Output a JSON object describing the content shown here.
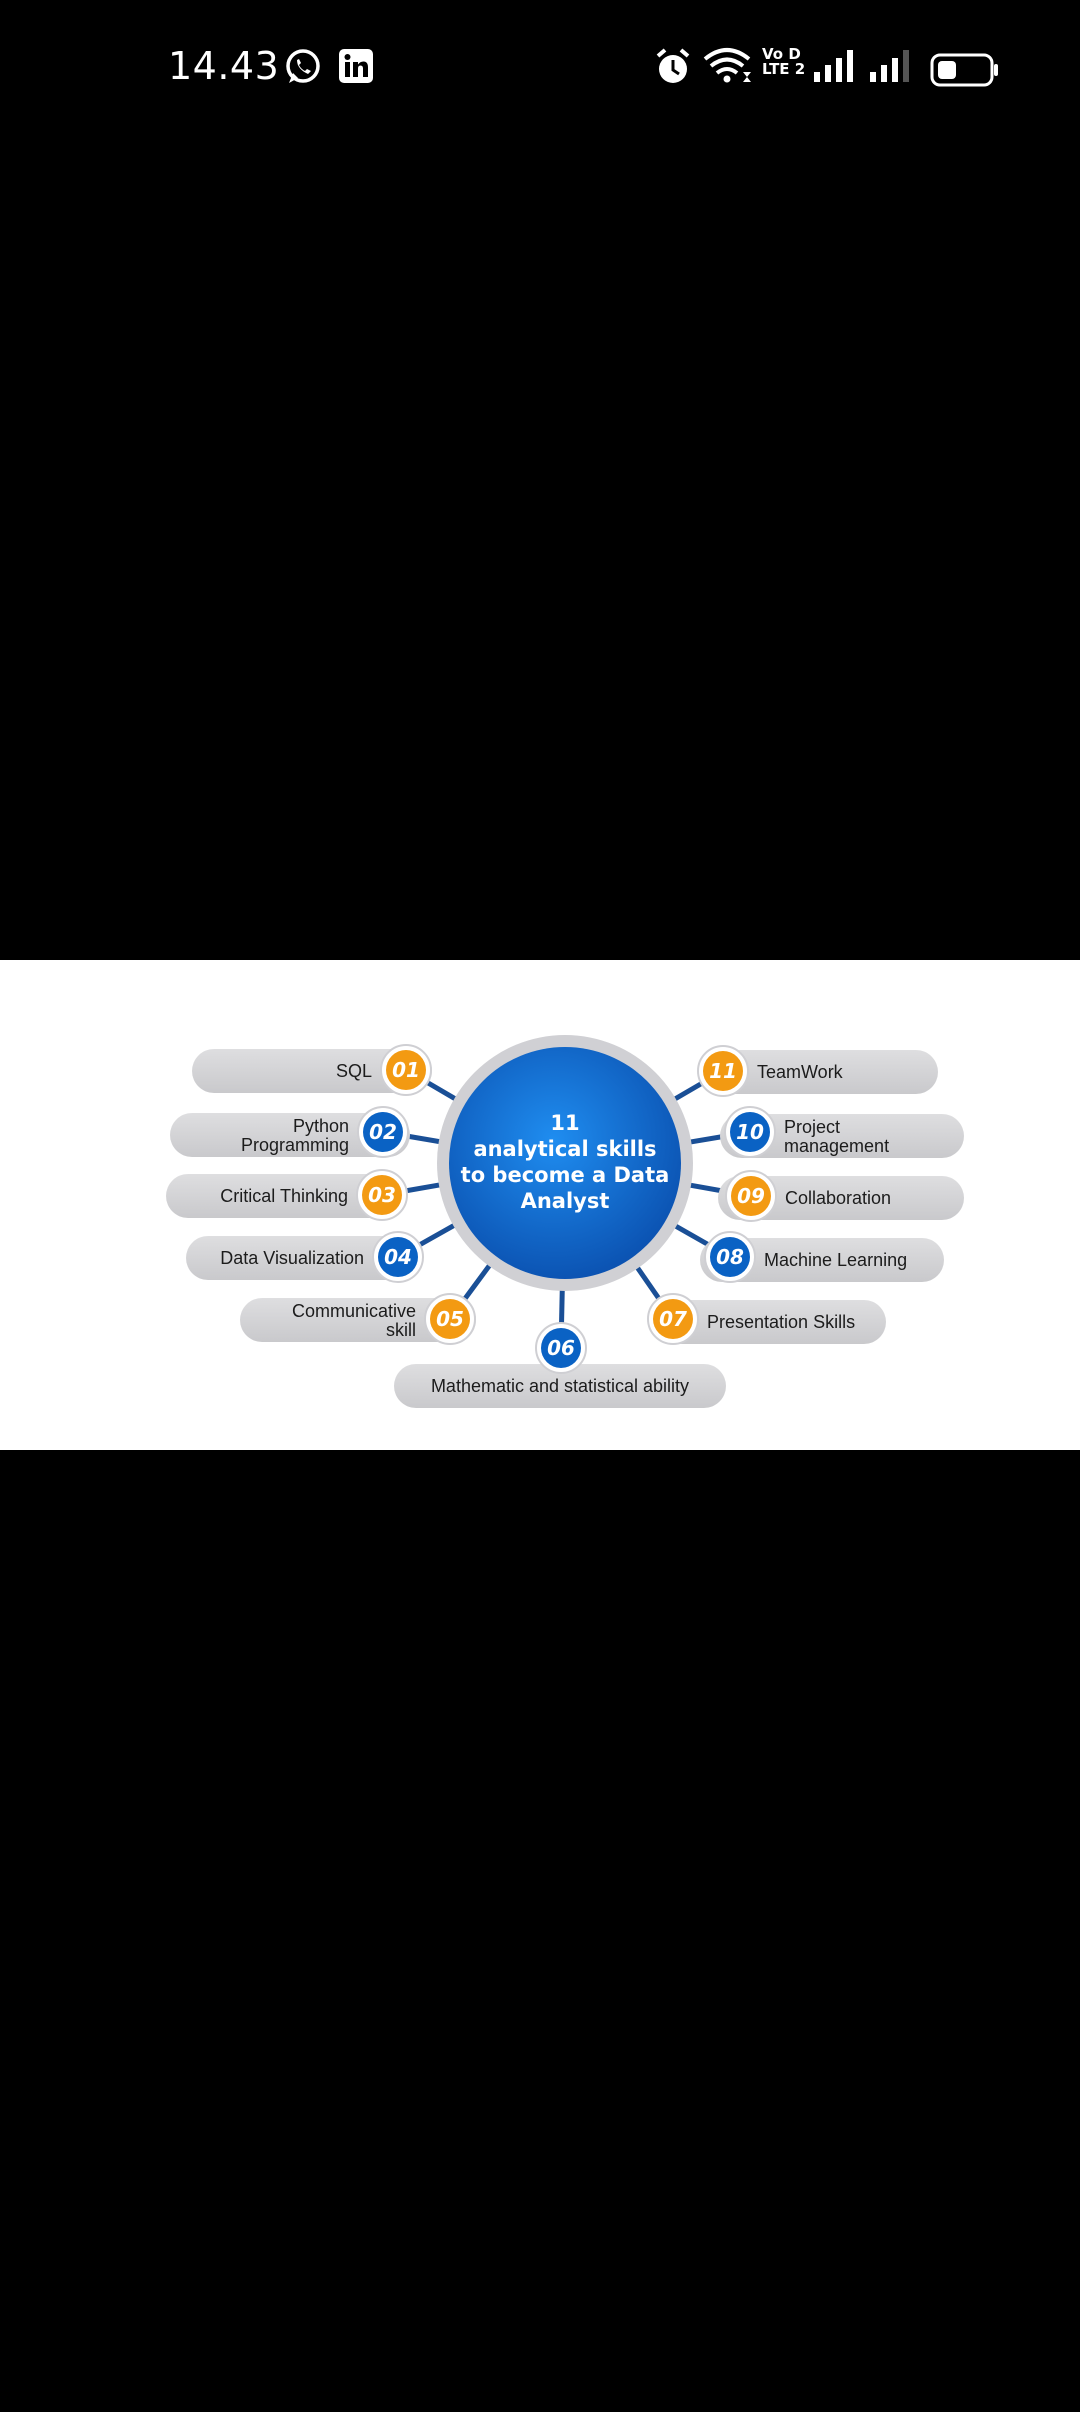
{
  "status_bar": {
    "time": "14.43",
    "icons": [
      "whatsapp-icon",
      "linkedin-icon",
      "alarm-icon",
      "wifi-icon",
      "volte-icon",
      "signal-icon",
      "signal-icon",
      "battery-icon"
    ],
    "volte_line1": "Vo D",
    "volte_line2": "LTE 2"
  },
  "infographic": {
    "title_line1": "11",
    "title_line2": "analytical skills",
    "title_line3": "to become a Data",
    "title_line4": "Analyst",
    "colors": {
      "blue": "#0a62c4",
      "orange": "#f39a12",
      "pill": "#d5d5d7",
      "line": "#1a4f96"
    },
    "skills": [
      {
        "number": "01",
        "line1": "SQL",
        "line2": "",
        "color": "orange"
      },
      {
        "number": "02",
        "line1": "Python",
        "line2": "Programming",
        "color": "blue"
      },
      {
        "number": "03",
        "line1": "Critical Thinking",
        "line2": "",
        "color": "orange"
      },
      {
        "number": "04",
        "line1": "Data Visualization",
        "line2": "",
        "color": "blue"
      },
      {
        "number": "05",
        "line1": "Communicative",
        "line2": "skill",
        "color": "orange"
      },
      {
        "number": "06",
        "line1": "Mathematic and statistical ability",
        "line2": "",
        "color": "blue"
      },
      {
        "number": "07",
        "line1": "Presentation Skills",
        "line2": "",
        "color": "orange"
      },
      {
        "number": "08",
        "line1": "Machine Learning",
        "line2": "",
        "color": "blue"
      },
      {
        "number": "09",
        "line1": "Collaboration",
        "line2": "",
        "color": "orange"
      },
      {
        "number": "10",
        "line1": "Project",
        "line2": "management",
        "color": "blue"
      },
      {
        "number": "11",
        "line1": "TeamWork",
        "line2": "",
        "color": "orange"
      }
    ]
  }
}
